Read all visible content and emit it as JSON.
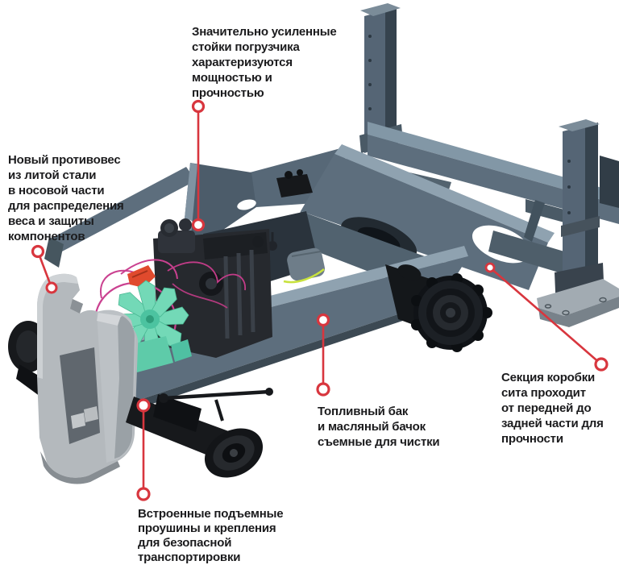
{
  "figure": {
    "kind": "annotated technical illustration",
    "language": "ru"
  },
  "colors": {
    "background": "#ffffff",
    "callout_red": "#d8363e",
    "text": "#1b1b1d",
    "frame_mid": "#5d6e7d",
    "frame_light": "#8fa2b0",
    "frame_dark": "#3d4b57",
    "counterweight": "#b4b9bd",
    "engine_dark": "#26292e",
    "fan_teal": "#73d9b7",
    "accent_orange": "#e04a2d",
    "wire_pink": "#ca4190",
    "hose_yellow": "#c8e23e",
    "foot_gray": "#a2abb2"
  },
  "callouts": [
    {
      "id": "stands",
      "text": "Значительно усиленные\nстойки погрузчика\nхарактеризуются\nмощностью и прочностью"
    },
    {
      "id": "counterweight",
      "text": "Новый противовес\nиз литой стали\nв носовой части\nдля распределения\nвеса и защиты\nкомпонентов"
    },
    {
      "id": "sieve-box",
      "text": "Секция коробки\nсита проходит\nот передней до\nзадней части для\nпрочности"
    },
    {
      "id": "fuel-tank",
      "text": "Топливный бак\nи масляный бачок\nсъемные для чистки"
    },
    {
      "id": "lifting-lugs",
      "text": "Встроенные подъемные\nпроушины и крепления\nдля безопасной\nтранспортировки"
    }
  ]
}
